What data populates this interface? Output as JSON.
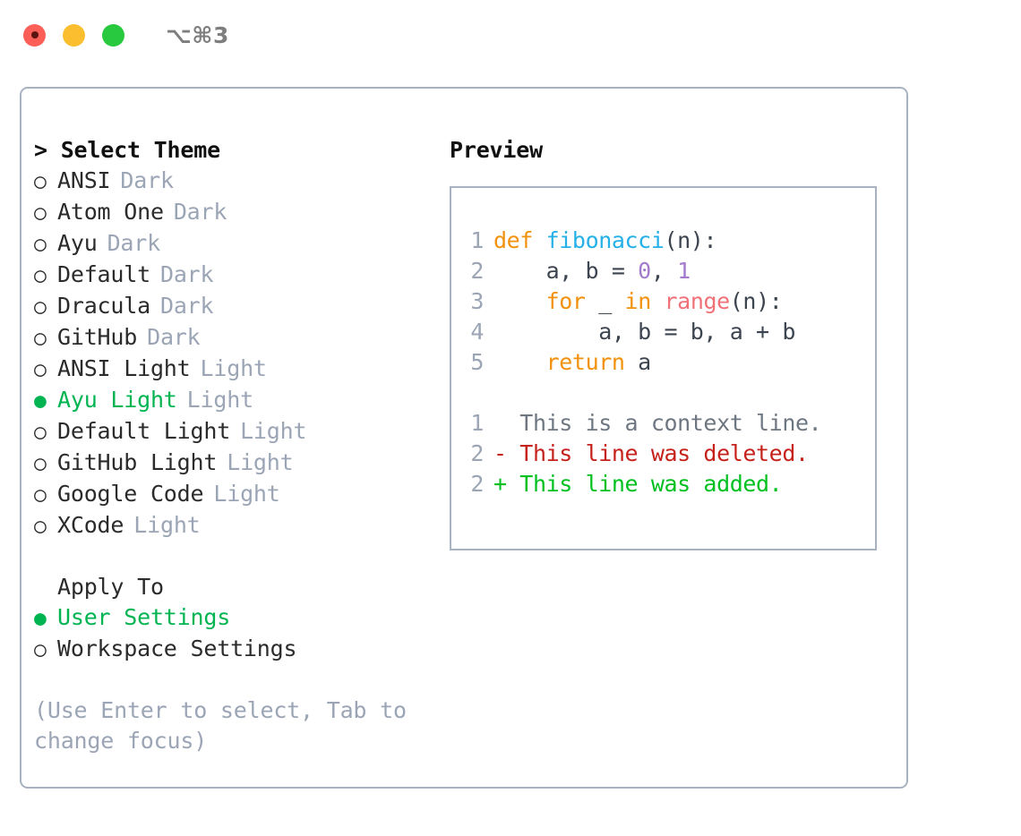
{
  "window": {
    "shortcut_label": "⌥⌘3",
    "traffic_lights": [
      {
        "name": "close",
        "color": "#FB5F57"
      },
      {
        "name": "minimize",
        "color": "#FBBE2F"
      },
      {
        "name": "zoom",
        "color": "#28C83F"
      }
    ]
  },
  "theme_picker": {
    "heading": "> Select Theme",
    "bullet_selected": "●",
    "bullet_unselected": "○",
    "selected_theme": "Ayu Light",
    "items": [
      {
        "label": "ANSI",
        "badge": "Dark",
        "selected": false
      },
      {
        "label": "Atom One",
        "badge": "Dark",
        "selected": false
      },
      {
        "label": "Ayu",
        "badge": "Dark",
        "selected": false
      },
      {
        "label": "Default",
        "badge": "Dark",
        "selected": false
      },
      {
        "label": "Dracula",
        "badge": "Dark",
        "selected": false
      },
      {
        "label": "GitHub",
        "badge": "Dark",
        "selected": false
      },
      {
        "label": "ANSI Light",
        "badge": "Light",
        "selected": false
      },
      {
        "label": "Ayu Light",
        "badge": "Light",
        "selected": true
      },
      {
        "label": "Default Light",
        "badge": "Light",
        "selected": false
      },
      {
        "label": "GitHub Light",
        "badge": "Light",
        "selected": false
      },
      {
        "label": "Google Code",
        "badge": "Light",
        "selected": false
      },
      {
        "label": "XCode",
        "badge": "Light",
        "selected": false
      }
    ]
  },
  "apply_to": {
    "heading": "Apply To",
    "selected_target": "User Settings",
    "items": [
      {
        "label": "User Settings",
        "selected": true
      },
      {
        "label": "Workspace Settings",
        "selected": false
      }
    ]
  },
  "hint": "(Use Enter to select, Tab to change focus)",
  "preview": {
    "heading": "Preview",
    "code_lines": [
      {
        "n": "1",
        "tokens": [
          {
            "t": "def ",
            "k": "kw"
          },
          {
            "t": "fibonacci",
            "k": "fn"
          },
          {
            "t": "(n):",
            "k": "plain"
          }
        ]
      },
      {
        "n": "2",
        "tokens": [
          {
            "t": "    a, b = ",
            "k": "plain"
          },
          {
            "t": "0",
            "k": "num"
          },
          {
            "t": ", ",
            "k": "plain"
          },
          {
            "t": "1",
            "k": "num"
          }
        ]
      },
      {
        "n": "3",
        "tokens": [
          {
            "t": "    ",
            "k": "plain"
          },
          {
            "t": "for",
            "k": "kw"
          },
          {
            "t": " _ ",
            "k": "plain"
          },
          {
            "t": "in",
            "k": "kw"
          },
          {
            "t": " ",
            "k": "plain"
          },
          {
            "t": "range",
            "k": "call"
          },
          {
            "t": "(n):",
            "k": "plain"
          }
        ]
      },
      {
        "n": "4",
        "tokens": [
          {
            "t": "        a, b = b, a + b",
            "k": "plain"
          }
        ]
      },
      {
        "n": "5",
        "tokens": [
          {
            "t": "    ",
            "k": "plain"
          },
          {
            "t": "return",
            "k": "kw"
          },
          {
            "t": " a",
            "k": "plain"
          }
        ]
      }
    ],
    "diff_lines": [
      {
        "n": "1",
        "marker": " ",
        "text": " This is a context line.",
        "kind": "ctx"
      },
      {
        "n": "2",
        "marker": "-",
        "text": " This line was deleted.",
        "kind": "del"
      },
      {
        "n": "2",
        "marker": "+",
        "text": " This line was added.",
        "kind": "add"
      }
    ]
  },
  "colors": {
    "accent_green": "#00B451",
    "muted": "#9BA5B5",
    "border": "#A8B2C1",
    "keyword": "#F2910D",
    "function": "#26B0E8",
    "number": "#A37ACC",
    "call": "#F07178",
    "diff_delete": "#C6221C",
    "diff_add": "#00C020"
  }
}
